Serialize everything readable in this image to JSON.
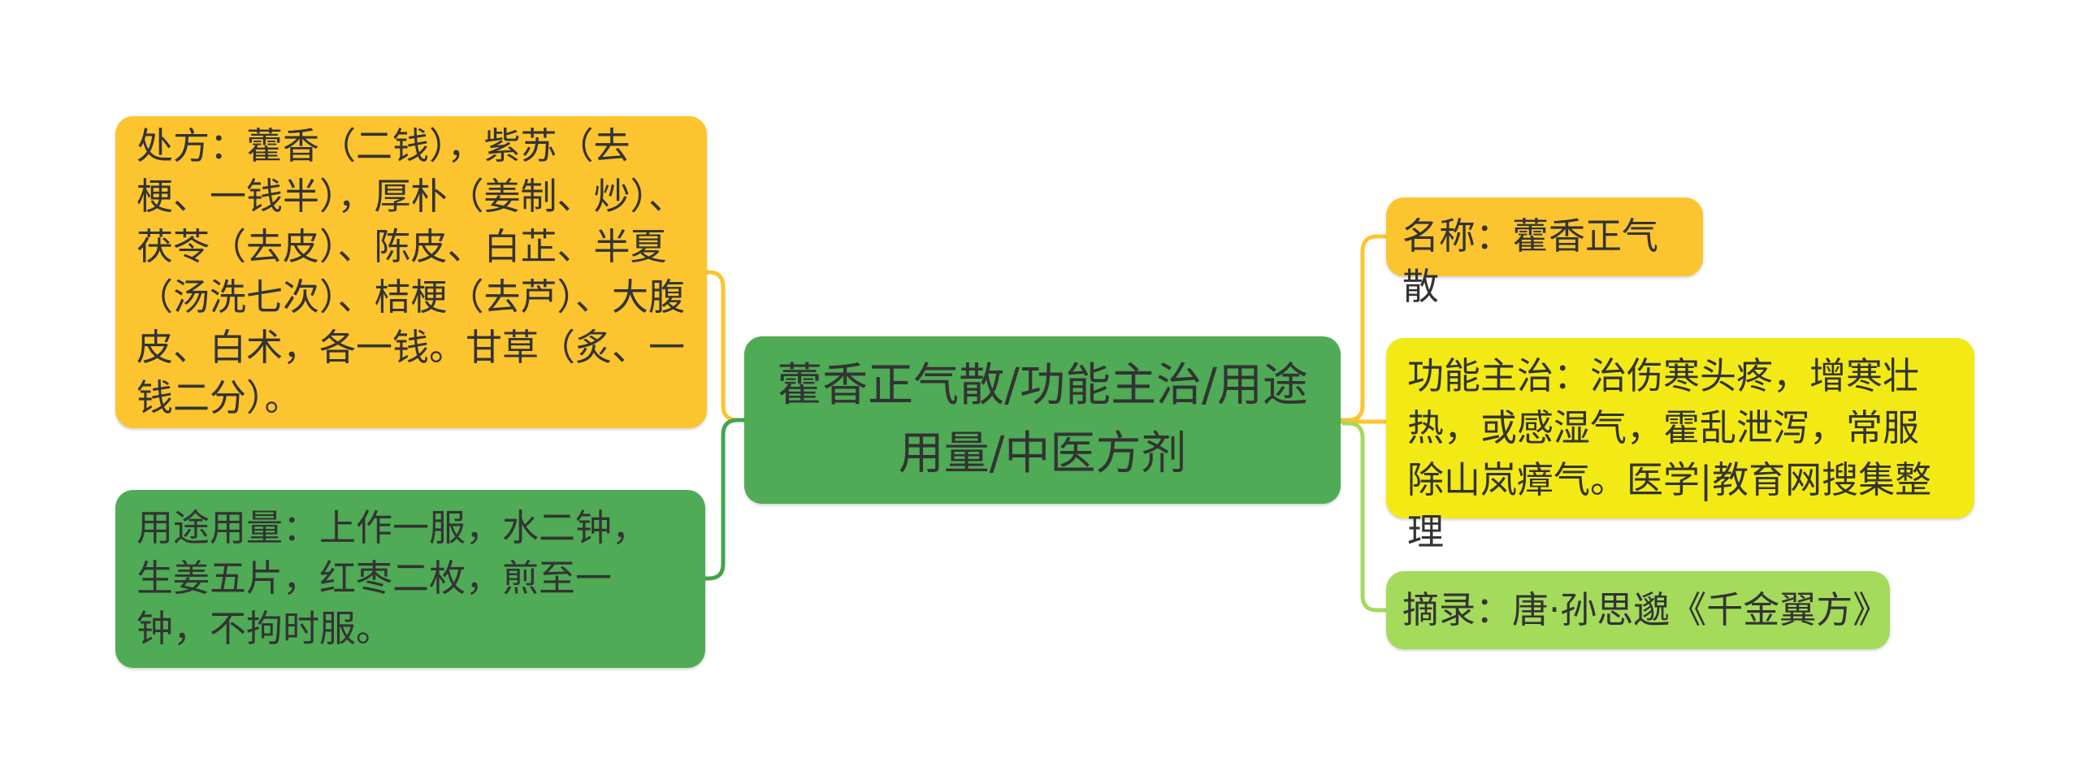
{
  "palette": {
    "background": "#FFFFFF",
    "orange_yellow": "#FCC42E",
    "green": "#4FAB55",
    "bright_yellow": "#F3EA15",
    "light_green": "#A4DB5B",
    "edge_green": "#43A54B",
    "text": "#333333"
  },
  "mindmap": {
    "root": {
      "text": "藿香正气散/功能主治/用途用量/中医方剂"
    },
    "left_branch": [
      {
        "id": "prescription",
        "text": "处方：藿香（二钱），紫苏（去梗、一钱半），厚朴（姜制、炒）、茯苓（去皮）、陈皮、白芷、半夏（汤洗七次）、桔梗（去芦）、大腹皮、白术，各一钱。甘草（炙、一钱二分）。"
      },
      {
        "id": "usage",
        "text": "用途用量：上作一服，水二钟，生姜五片，红枣二枚，煎至一钟，不拘时服。"
      }
    ],
    "right_branch": [
      {
        "id": "name",
        "text": "名称：藿香正气散"
      },
      {
        "id": "indications",
        "text": "功能主治：治伤寒头疼，增寒壮热，或感湿气，霍乱泄泻，常服除山岚瘴气。医学|教育网搜集整理"
      },
      {
        "id": "excerpt",
        "text": "摘录：唐·孙思邈《千金翼方》"
      }
    ]
  }
}
